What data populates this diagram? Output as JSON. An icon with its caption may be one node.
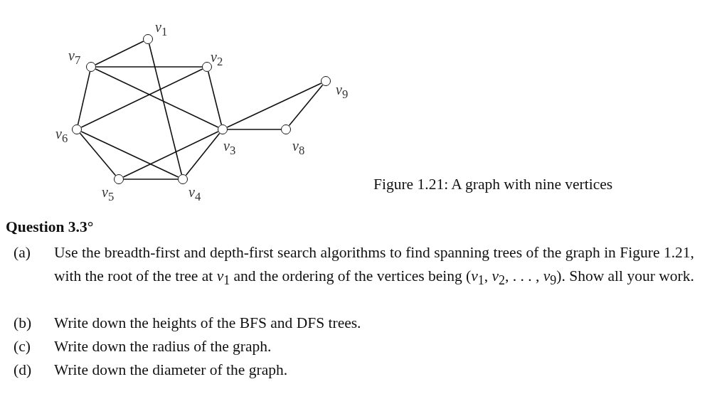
{
  "diagram": {
    "caption": "Figure 1.21: A graph with nine vertices",
    "nodes": [
      {
        "text": [],
        "shape": "circle",
        "beside": [
          "*v*$_{1}$"
        ]
      },
      {
        "text": [],
        "shape": "circle",
        "beside": [
          "*v*$_{2}$"
        ]
      },
      {
        "text": [],
        "shape": "circle",
        "beside": [
          "*v*$_{3}$"
        ]
      },
      {
        "text": [],
        "shape": "circle",
        "beside": [
          "*v*$_{4}$"
        ]
      },
      {
        "text": [],
        "shape": "circle",
        "beside": [
          "*v*$_{5}$"
        ]
      },
      {
        "text": [],
        "shape": "circle",
        "beside": [
          "*v*$_{6}$"
        ]
      },
      {
        "text": [],
        "shape": "circle",
        "beside": [
          "*v*$_{7}$"
        ]
      },
      {
        "text": [],
        "shape": "circle",
        "beside": [
          "*v*$_{8}$"
        ]
      },
      {
        "text": [],
        "shape": "circle",
        "beside": [
          "*v*$_{9}$"
        ]
      }
    ],
    "edges": [
      {
        "from": 6,
        "to": 0,
        "arrow": "none"
      },
      {
        "from": 0,
        "to": 3,
        "arrow": "none"
      },
      {
        "from": 6,
        "to": 1,
        "arrow": "none"
      },
      {
        "from": 6,
        "to": 5,
        "arrow": "none"
      },
      {
        "from": 6,
        "to": 2,
        "arrow": "none"
      },
      {
        "from": 1,
        "to": 5,
        "arrow": "none"
      },
      {
        "from": 1,
        "to": 2,
        "arrow": "none"
      },
      {
        "from": 5,
        "to": 4,
        "arrow": "none"
      },
      {
        "from": 5,
        "to": 3,
        "arrow": "none"
      },
      {
        "from": 4,
        "to": 3,
        "arrow": "none"
      },
      {
        "from": 4,
        "to": 2,
        "arrow": "none"
      },
      {
        "from": 2,
        "to": 3,
        "arrow": "none"
      },
      {
        "from": 2,
        "to": 7,
        "arrow": "none"
      },
      {
        "from": 2,
        "to": 8,
        "arrow": "none"
      },
      {
        "from": 8,
        "to": 7,
        "arrow": "none"
      }
    ],
    "labels": [
      "Question 3.3°",
      "(a)",
      "Use the breadth-first and depth-first search algorithms to find spanning trees of the graph in Figure 1.21, with the root of the tree at *v*$_{1}$ and the ordering of the vertices being (*v*$_{1}$, *v*$_{2}$, . . . , *v*$_{9}$). Show all your work.",
      "(b)",
      "Write down the heights of the BFS and DFS trees.",
      "(c)",
      "Write down the radius of the graph.",
      "(d)",
      "Write down the diameter of the graph."
    ]
  }
}
